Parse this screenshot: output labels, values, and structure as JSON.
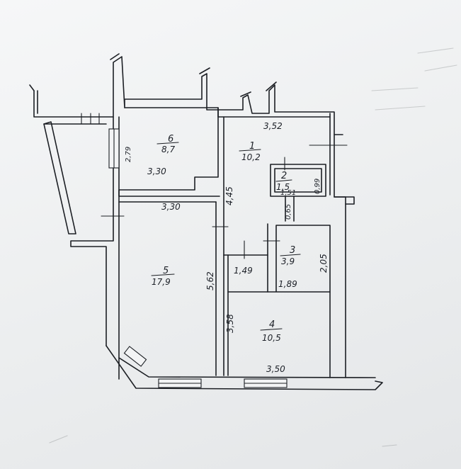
{
  "rooms": [
    {
      "number": "1",
      "area": "10,2"
    },
    {
      "number": "2",
      "area": "1,5"
    },
    {
      "number": "3",
      "area": "3,9"
    },
    {
      "number": "4",
      "area": "10,5"
    },
    {
      "number": "5",
      "area": "17,9"
    },
    {
      "number": "6",
      "area": "8,7"
    }
  ],
  "dimensions": {
    "room1_width": "3,52",
    "room1_height": "4,45",
    "room2_width": "1,51",
    "room2_height": "0,99",
    "passage_width": "0,65",
    "room3_width": "1,89",
    "room3_height": "2,05",
    "hall_width": "1,49",
    "room4_height": "3,58",
    "room4_width": "3,50",
    "room5_width": "3,30",
    "room5_height": "5,62",
    "room6_width": "3,30",
    "room6_height": "2,79"
  },
  "colors": {
    "ink": "#1c1f24",
    "paper": "#f1f2f3"
  }
}
